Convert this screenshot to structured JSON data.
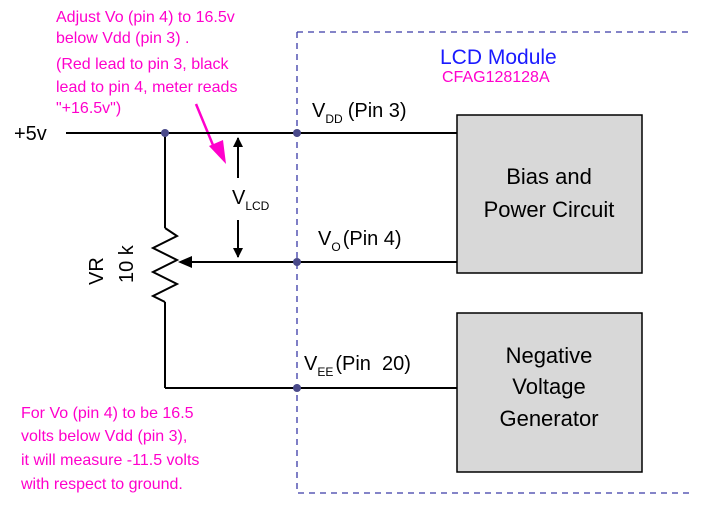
{
  "colors": {
    "note": "#ff00cc",
    "module": "#1a1aff",
    "wire": "#000000",
    "box_fill": "#d8d8d8",
    "dashed": "#3a3aa8",
    "node": "#4a4a8a"
  },
  "note_top": {
    "lines": [
      "Adjust Vo (pin 4) to 16.5v",
      "below Vdd (pin 3) .",
      "(Red lead to pin 3, black",
      "lead to pin 4, meter reads",
      "\"+16.5v\")"
    ]
  },
  "note_bottom": {
    "lines": [
      "For Vo (pin 4) to be 16.5",
      "volts below Vdd (pin 3),",
      "it will measure -11.5 volts",
      "with respect to ground."
    ]
  },
  "module": {
    "title": "LCD Module",
    "part": "CFAG128128A"
  },
  "supply_label": "+5v",
  "vlcd": {
    "main": "V",
    "sub": "LCD"
  },
  "vr": {
    "name": "VR",
    "value": "10 k"
  },
  "pins": {
    "vdd": {
      "main": "V",
      "sub": "DD",
      "pin": "(Pin 3)"
    },
    "vo": {
      "main": "V",
      "sub": "O",
      "pin": "(Pin 4)"
    },
    "vee": {
      "main": "V",
      "sub": "EE",
      "pin": "(Pin  20)"
    }
  },
  "blocks": {
    "bias": [
      "Bias and",
      "Power Circuit"
    ],
    "neg": [
      "Negative",
      "Voltage",
      "Generator"
    ]
  }
}
